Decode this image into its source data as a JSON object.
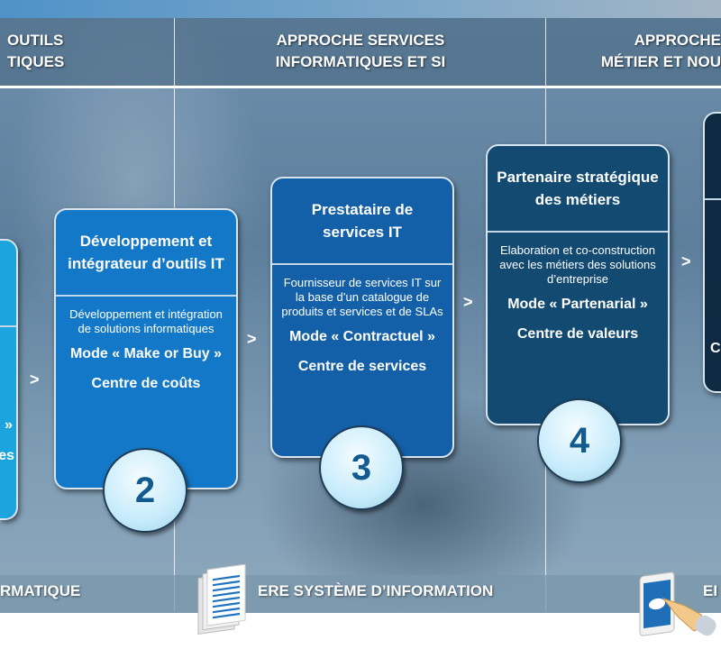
{
  "header": {
    "col1": "OUTILS\nTIQUES",
    "col2": "APPROCHE SERVICES\nINFORMATIQUES ET SI",
    "col3": "APPROCHE\nMÉTIER ET NOU"
  },
  "cards": [
    {
      "fragment_mode": "»",
      "fragment_center": "es",
      "color": "#1ca4df"
    },
    {
      "number": "2",
      "title": "Développement et intégrateur d’outils IT",
      "description": "Développement et intégration de solutions informatiques",
      "mode": "Mode « Make or Buy »",
      "center": "Centre de coûts",
      "color": "#1478c8"
    },
    {
      "number": "3",
      "title": "Prestataire de services IT",
      "description": "Fournisseur de services IT sur la base d’un catalogue de produits et services et de SLAs",
      "mode": "Mode « Contractuel »",
      "center": "Centre de services",
      "color": "#1460a8"
    },
    {
      "number": "4",
      "title": "Partenaire stratégique des métiers",
      "description": "Elaboration et co-construction avec les métiers des solutions d’entreprise",
      "mode": "Mode « Partenarial »",
      "center": "Centre de valeurs",
      "color": "#124a72"
    },
    {
      "fragment_center": "C",
      "color": "#0d2a42"
    }
  ],
  "arrow": ">",
  "footer": {
    "col1": "RMATIQUE",
    "col2": "ERE SYSTÈME D’INFORMATION",
    "col3": "EI"
  },
  "icons": {
    "col2": "document-stack-icon",
    "col3": "tablet-cloud-touch-icon"
  }
}
